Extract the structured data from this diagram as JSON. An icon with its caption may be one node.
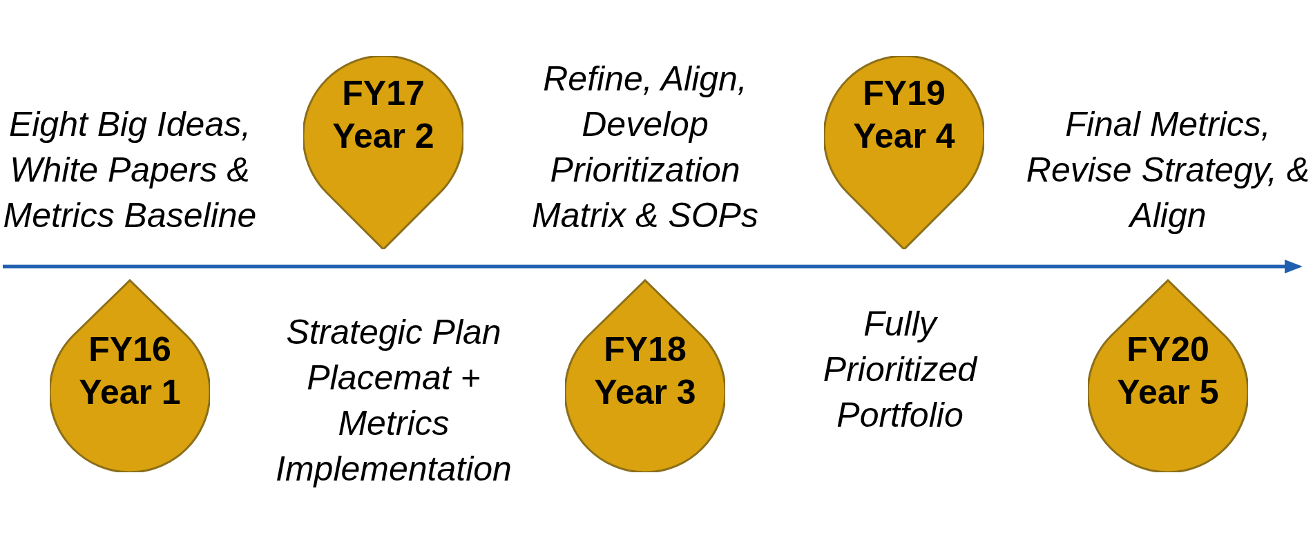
{
  "diagram": {
    "nodes": [
      {
        "text": [
          "FY16 Year 1"
        ]
      },
      {
        "text": [
          "FY17 Year 2"
        ]
      },
      {
        "text": [
          "FY18 Year 3"
        ]
      },
      {
        "text": [
          "FY19 Year 4"
        ]
      },
      {
        "text": [
          "FY20 Year 5"
        ]
      }
    ],
    "edges": [],
    "labels": [
      "Eight Big Ideas, White Papers & Metrics Baseline",
      "Refine, Align, Develop Prioritization Matrix & SOPs",
      "Final Metrics, Revise Strategy, & Align",
      "Strategic Plan Placemat + Metrics Implementation",
      "Fully Prioritized Portfolio"
    ]
  }
}
